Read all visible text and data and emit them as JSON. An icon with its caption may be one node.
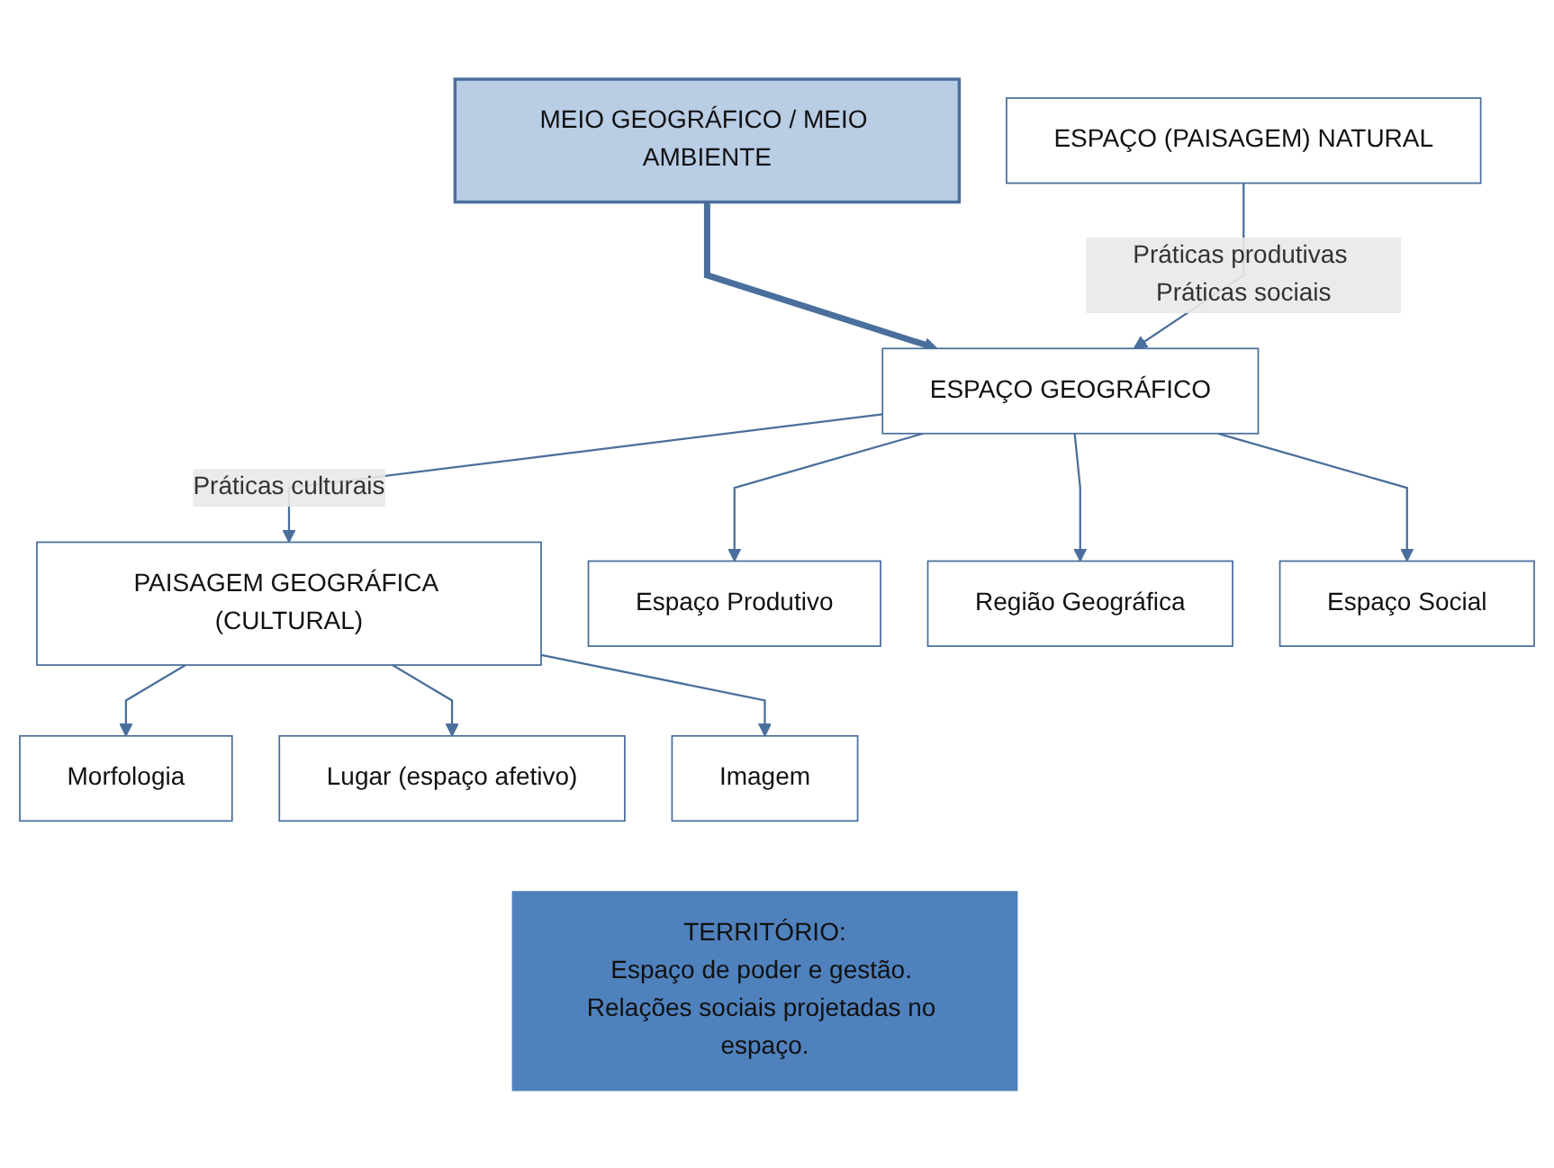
{
  "diagram": {
    "nodes": [
      {
        "text": [
          "MEIO GEOGRÁFICO / MEIO AMBIENTE"
        ]
      },
      {
        "text": [
          "ESPAÇO (PAISAGEM) NATURAL"
        ]
      },
      {
        "text": [
          "ESPAÇO GEOGRÁFICO"
        ]
      },
      {
        "text": [
          "PAISAGEM GEOGRÁFICA (CULTURAL)"
        ]
      },
      {
        "text": [
          "Espaço Produtivo"
        ]
      },
      {
        "text": [
          "Região Geográfica"
        ]
      },
      {
        "text": [
          "Espaço Social"
        ]
      },
      {
        "text": [
          "Morfologia"
        ]
      },
      {
        "text": [
          "Lugar (espaço afetivo)"
        ]
      },
      {
        "text": [
          "Imagem"
        ]
      },
      {
        "text": [
          "TERRITÓRIO:",
          "Espaço de poder e gestão. Relações sociais projetadas no espaço."
        ]
      }
    ],
    "edges": [
      {
        "from": 0,
        "to": 2,
        "arrow": "to",
        "style": "thick"
      },
      {
        "from": 1,
        "to": 2,
        "arrow": "to",
        "label": "Práticas produtivas Práticas sociais"
      },
      {
        "from": 2,
        "to": 3,
        "arrow": "to",
        "label": "Práticas culturais"
      },
      {
        "from": 2,
        "to": 4,
        "arrow": "to"
      },
      {
        "from": 2,
        "to": 5,
        "arrow": "to"
      },
      {
        "from": 2,
        "to": 6,
        "arrow": "to"
      },
      {
        "from": 3,
        "to": 7,
        "arrow": "to"
      },
      {
        "from": 3,
        "to": 8,
        "arrow": "to"
      },
      {
        "from": 3,
        "to": 9,
        "arrow": "to"
      }
    ]
  }
}
